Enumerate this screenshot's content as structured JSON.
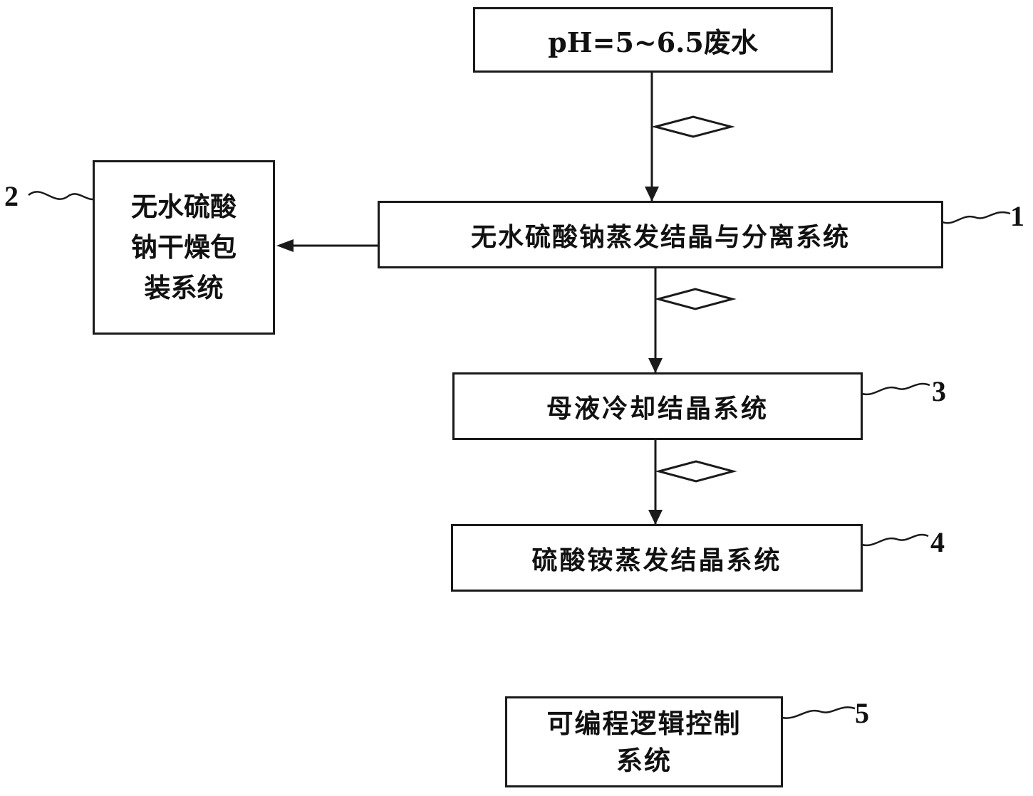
{
  "nodes": {
    "wastewater": "pH=5~6.5废水",
    "system1": "无水硫酸钠蒸发结晶与分离系统",
    "system2_lines": [
      "无水硫酸",
      "钠干燥包",
      "装系统"
    ],
    "system3": "母液冷却结晶系统",
    "system4": "硫酸铵蒸发结晶系统",
    "system5_lines": [
      "可编程逻辑控制",
      "系统"
    ]
  },
  "labels": {
    "n1": "1",
    "n2": "2",
    "n3": "3",
    "n4": "4",
    "n5": "5"
  }
}
